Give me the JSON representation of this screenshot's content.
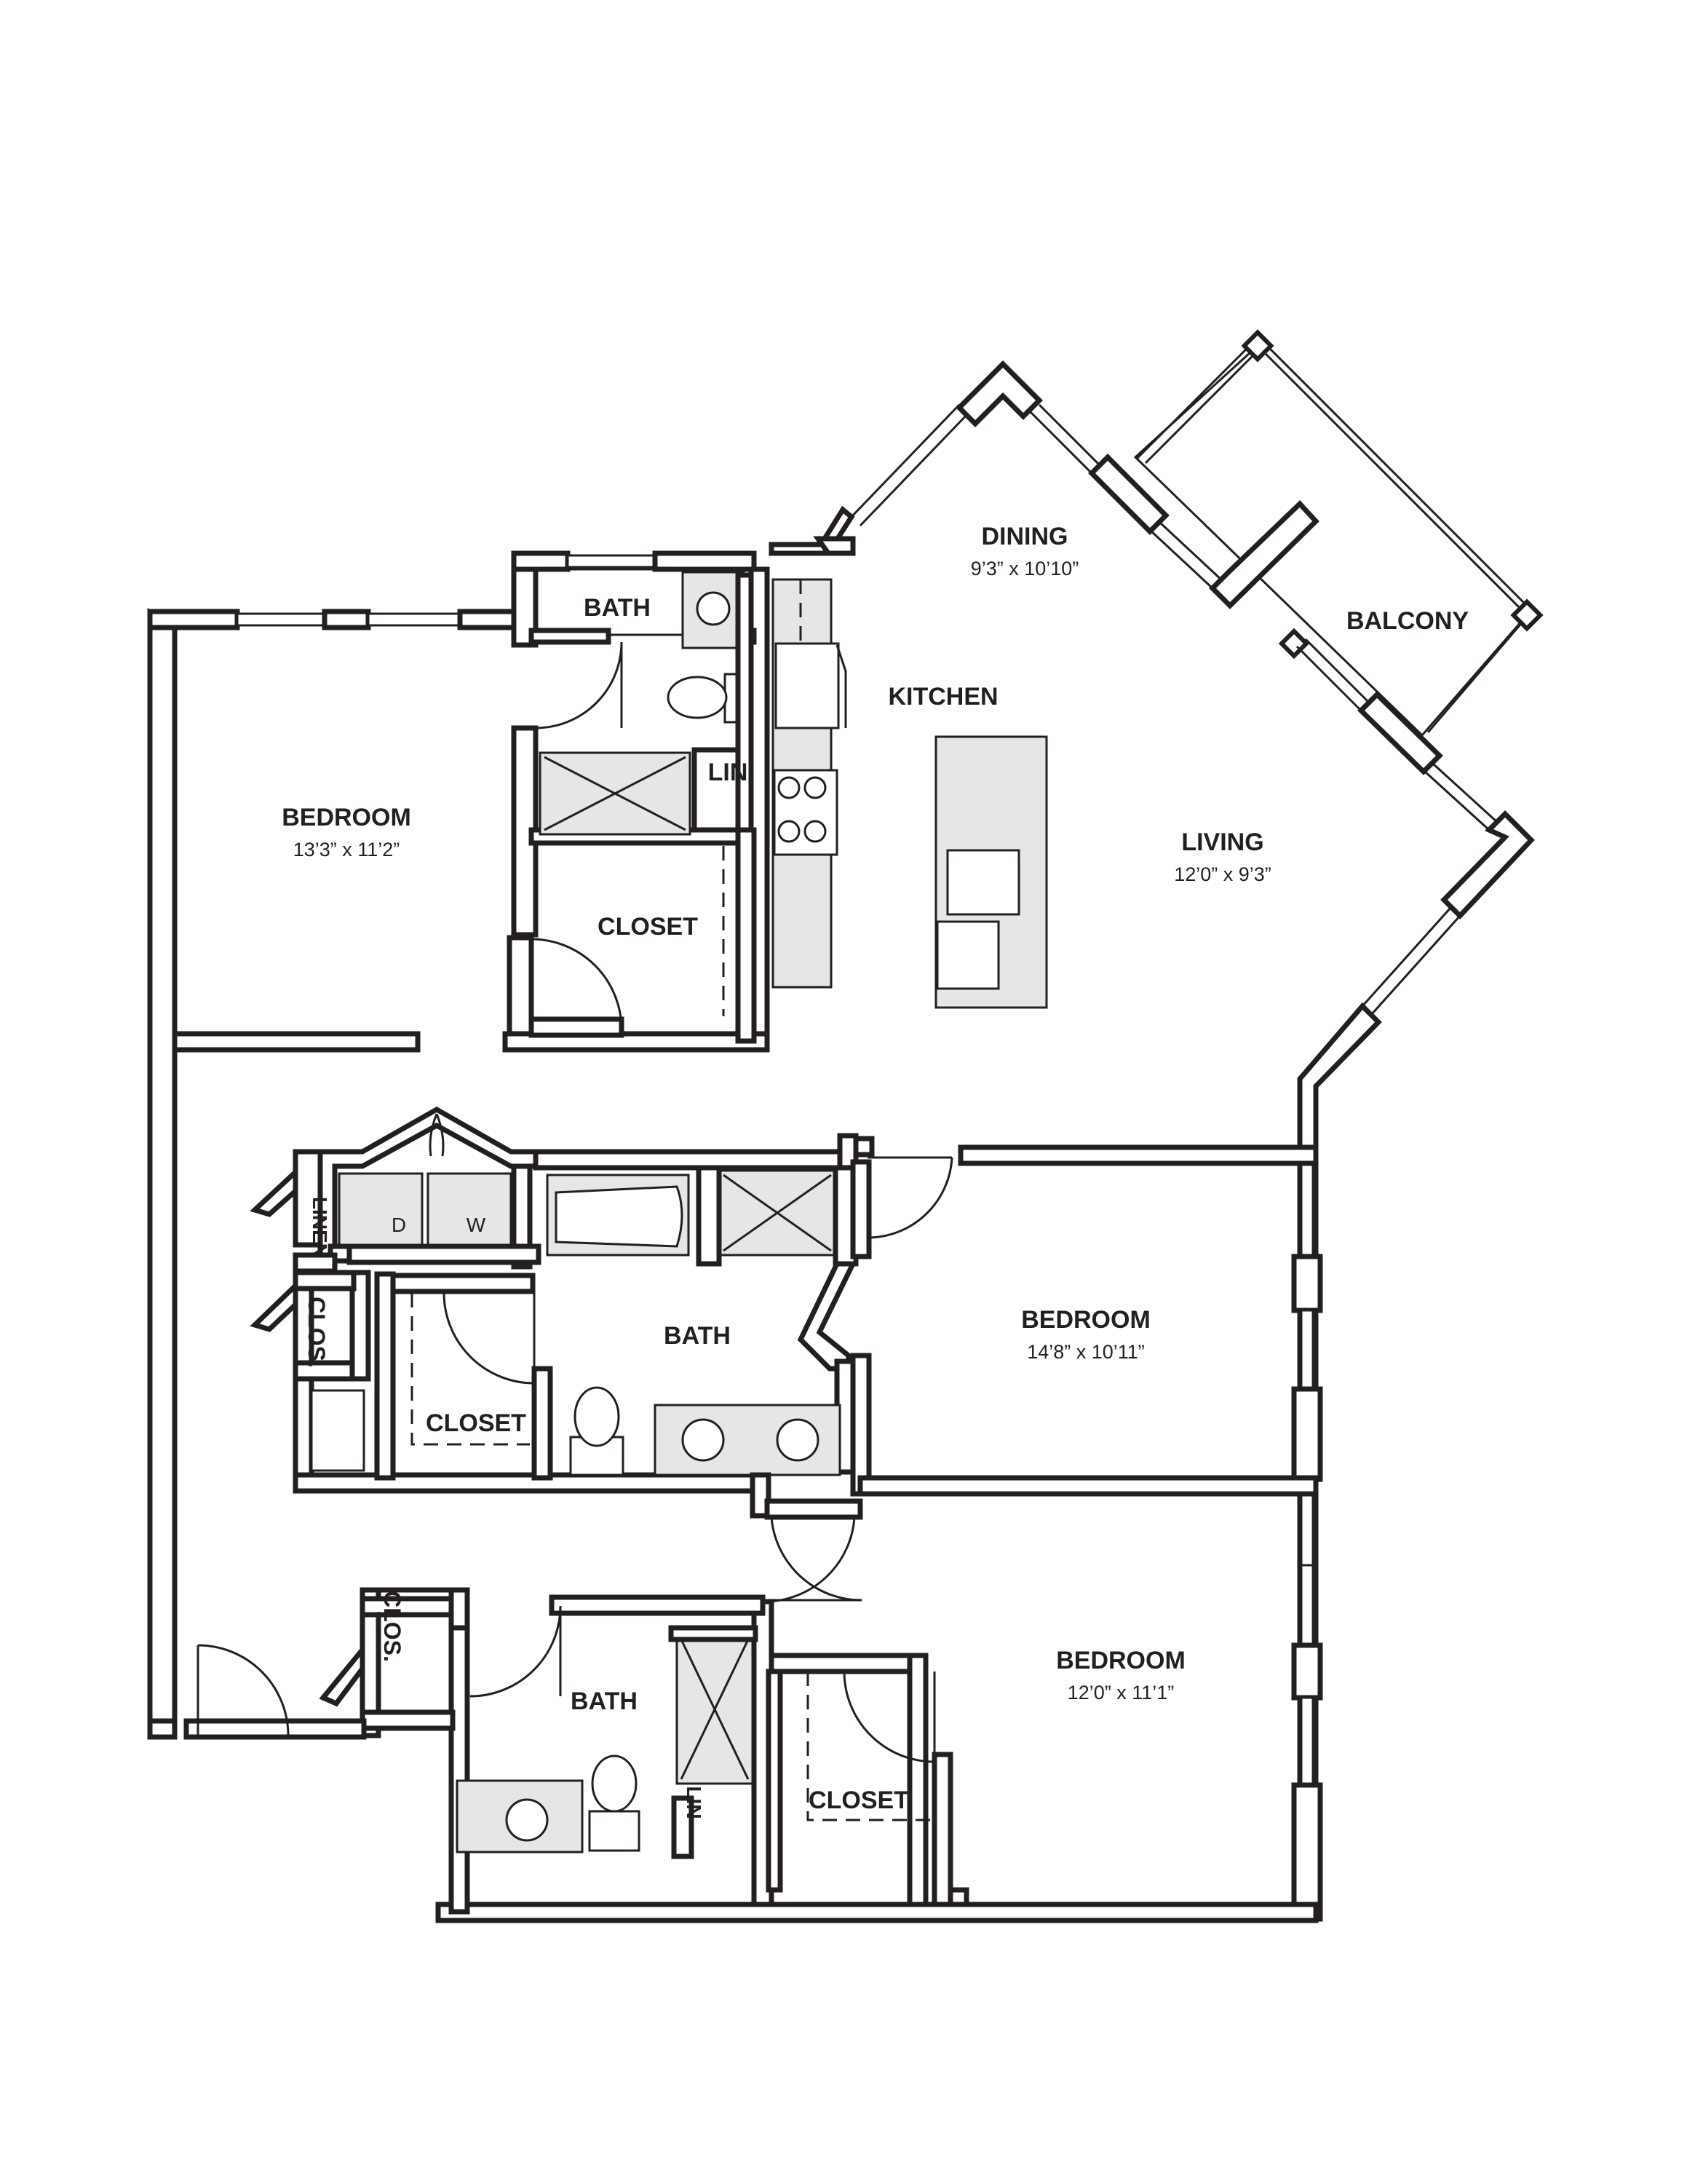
{
  "rooms": {
    "dining": {
      "name": "DINING",
      "dims": "9’3” x 10’10”"
    },
    "kitchen": {
      "name": "KITCHEN"
    },
    "balcony": {
      "name": "BALCONY"
    },
    "living": {
      "name": "LIVING",
      "dims": "12’0” x 9’3”"
    },
    "bedroom_nw": {
      "name": "BEDROOM",
      "dims": "13’3” x 11’2”"
    },
    "bath_top": {
      "name": "BATH"
    },
    "lin_top": {
      "name": "LIN"
    },
    "closet_top": {
      "name": "CLOSET"
    },
    "linen_mid": {
      "name": "LINEN"
    },
    "clos_mid": {
      "name": "CLOS."
    },
    "bath_mid": {
      "name": "BATH"
    },
    "closet_mid": {
      "name": "CLOSET"
    },
    "bedroom_mid": {
      "name": "BEDROOM",
      "dims": "14’8” x 10’11”"
    },
    "bedroom_low": {
      "name": "BEDROOM",
      "dims": "12’0” x 11’1”"
    },
    "clos_low": {
      "name": "CLOS."
    },
    "bath_low": {
      "name": "BATH"
    },
    "lin_low": {
      "name": "LIN"
    },
    "closet_low": {
      "name": "CLOSET"
    }
  },
  "appliances": {
    "dryer": "D",
    "washer": "W"
  },
  "colors": {
    "wall": "#231f20",
    "fixture_fill": "#e6e6e6",
    "background": "#ffffff"
  }
}
